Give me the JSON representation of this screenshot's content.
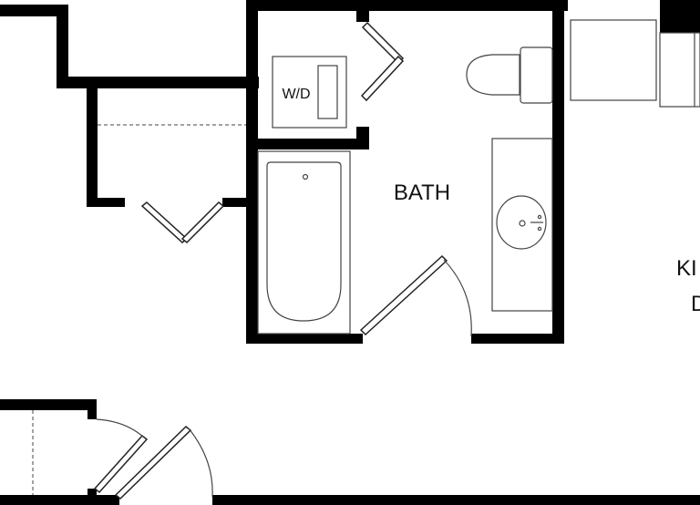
{
  "plan": {
    "rooms": {
      "bath": "BATH",
      "washer_dryer": "W/D",
      "partial_right_top": "KI",
      "partial_right_bottom": "D"
    },
    "colors": {
      "wall": "#000000",
      "fixture_stroke": "#444444",
      "background": "#ffffff"
    }
  }
}
